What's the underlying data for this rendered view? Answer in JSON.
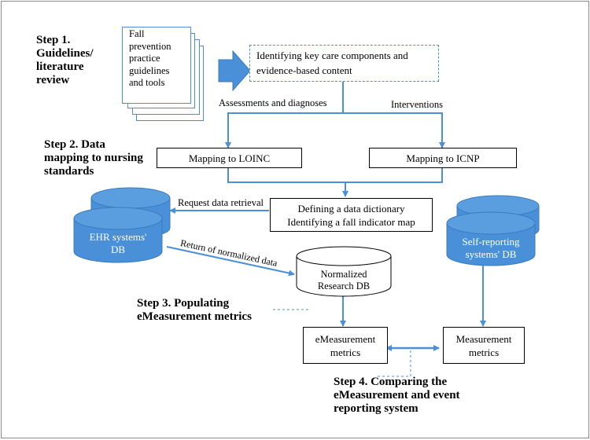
{
  "steps": {
    "step1": [
      "Step 1.",
      "Guidelines/",
      "literature",
      "review"
    ],
    "step2": [
      "Step 2. Data",
      "mapping to nursing",
      "standards"
    ],
    "step3": [
      "Step 3. Populating",
      "eMeasurement metrics"
    ],
    "step4": [
      "Step 4. Comparing the",
      "eMeasurement and event",
      "reporting system"
    ]
  },
  "documents": [
    "Fall",
    "prevention",
    "practice",
    "guidelines",
    "and tools"
  ],
  "identify_box": [
    "Identifying  key  care  components  and",
    "evidence-based  content"
  ],
  "branch_labels": {
    "assessments": "Assessments and diagnoses",
    "interventions": "Interventions"
  },
  "mapping": {
    "loinc": "Mapping  to LOINC",
    "icnp": "Mapping  to ICNP"
  },
  "dictionary": [
    "Defining  a data dictionary",
    "Identifying  a fall  indicator map"
  ],
  "edge_labels": {
    "request": "Request data retrieval",
    "return": "Return of normalized data"
  },
  "databases": {
    "ehr": [
      "EHR systems'",
      "DB"
    ],
    "self_reporting": [
      "Self-reporting",
      "systems'  DB"
    ],
    "normalized": [
      "Normalized",
      "Research DB"
    ]
  },
  "metrics": {
    "emeasurement": [
      "eMeasurement",
      "metrics"
    ],
    "measurement": [
      "Measurement",
      "metrics"
    ]
  },
  "colors": {
    "blue": "#4a90d9",
    "blue_dark": "#3b7bbf",
    "border": "#000000"
  }
}
